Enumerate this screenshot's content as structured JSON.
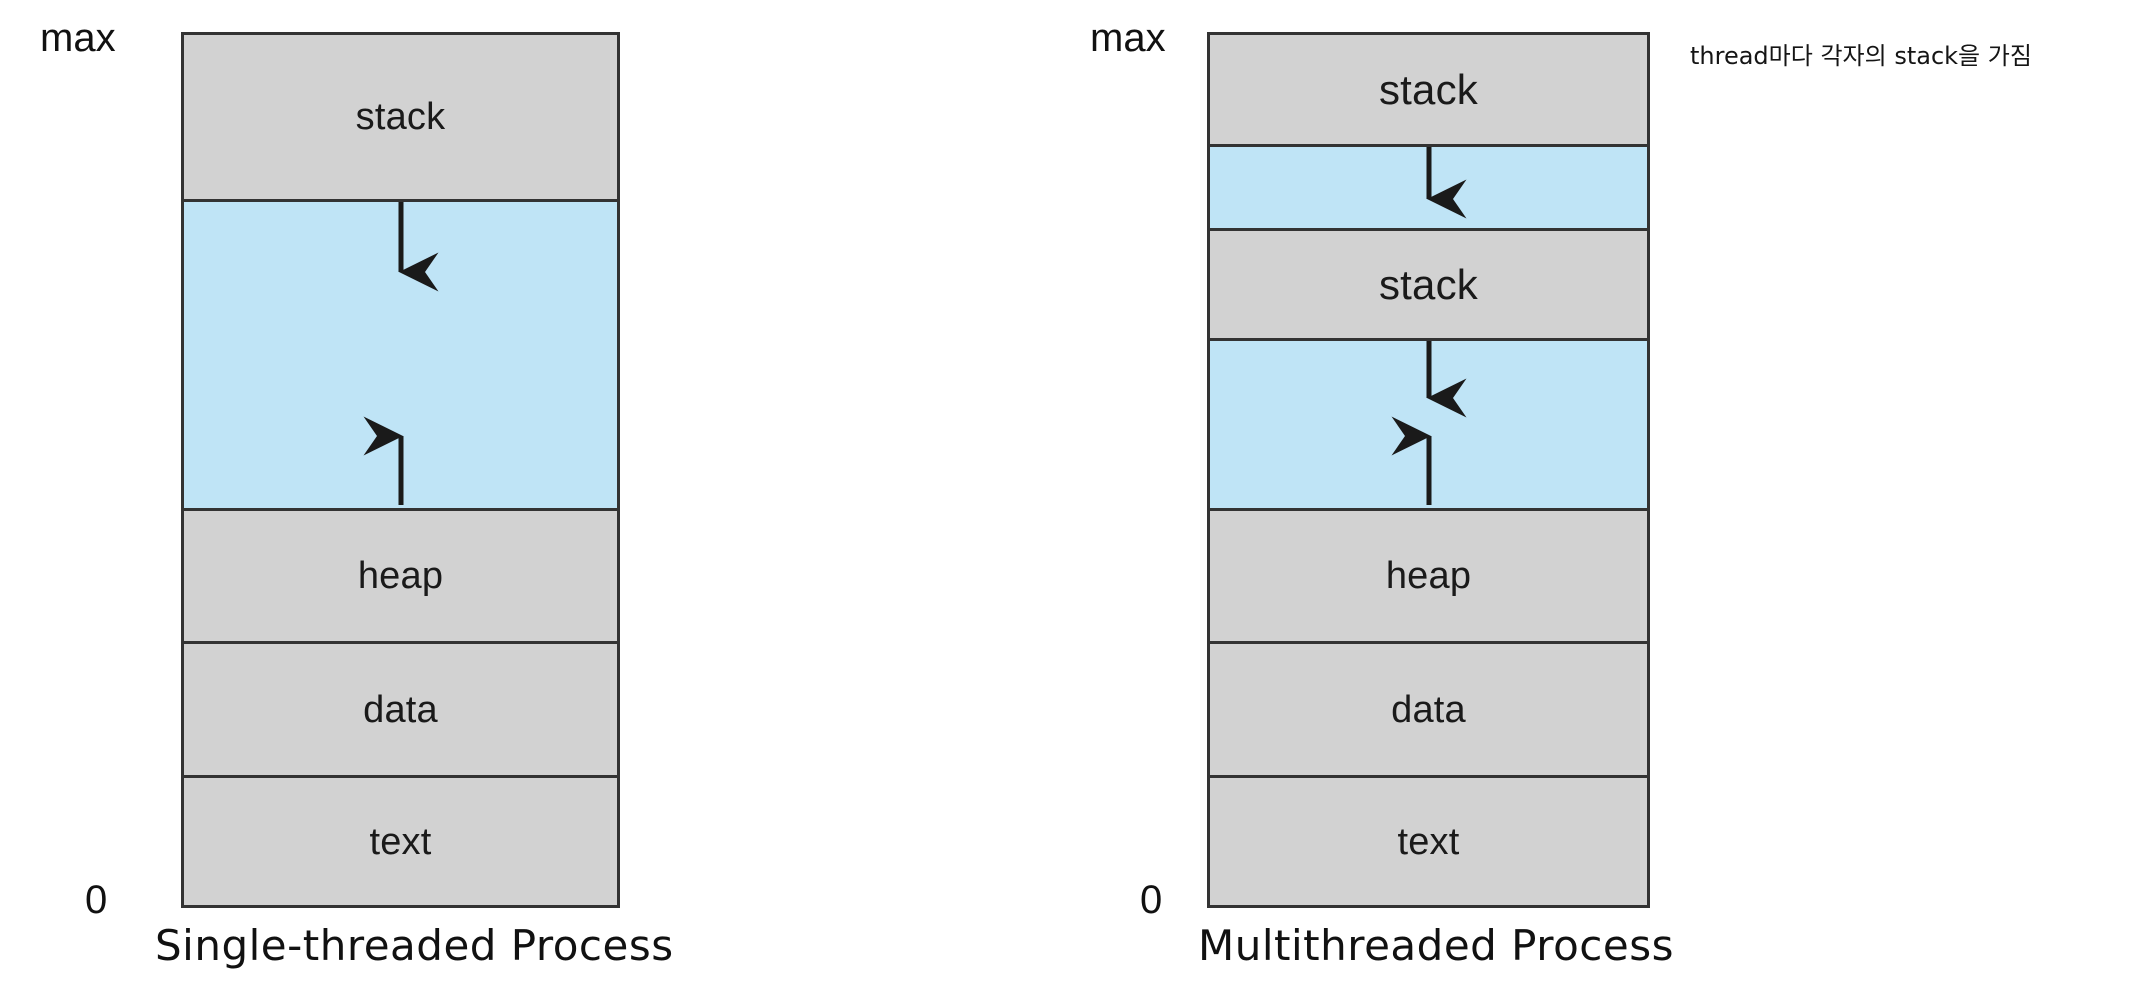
{
  "diagram": {
    "title_left": "Single-threaded Process",
    "title_right": "Multithreaded Process",
    "axis_max_label": "max",
    "axis_zero_label": "0",
    "annotation": "thread마다 각자의 stack을 가짐",
    "colors": {
      "segment_gray": "#d2d2d2",
      "free_space_blue": "#bfe4f6",
      "border": "#333333",
      "text": "#111111",
      "background": "#ffffff"
    },
    "single_threaded": {
      "caption": "Single-threaded Process",
      "segments": [
        {
          "label": "stack",
          "fill": "gray"
        },
        {
          "label": "",
          "fill": "blue"
        },
        {
          "label": "heap",
          "fill": "gray"
        },
        {
          "label": "data",
          "fill": "gray"
        },
        {
          "label": "text",
          "fill": "gray"
        }
      ],
      "arrows": [
        {
          "name": "stack-growth-down",
          "direction": "down"
        },
        {
          "name": "heap-growth-up",
          "direction": "up"
        }
      ]
    },
    "multithreaded": {
      "caption": "Multithreaded Process",
      "segments": [
        {
          "label": "stack",
          "fill": "gray"
        },
        {
          "label": "",
          "fill": "blue"
        },
        {
          "label": "stack",
          "fill": "gray"
        },
        {
          "label": "",
          "fill": "blue"
        },
        {
          "label": "heap",
          "fill": "gray"
        },
        {
          "label": "data",
          "fill": "gray"
        },
        {
          "label": "text",
          "fill": "gray"
        }
      ],
      "arrows": [
        {
          "name": "stack1-growth-down",
          "direction": "down"
        },
        {
          "name": "stack2-growth-down",
          "direction": "down"
        },
        {
          "name": "heap-growth-up",
          "direction": "up"
        }
      ]
    }
  }
}
